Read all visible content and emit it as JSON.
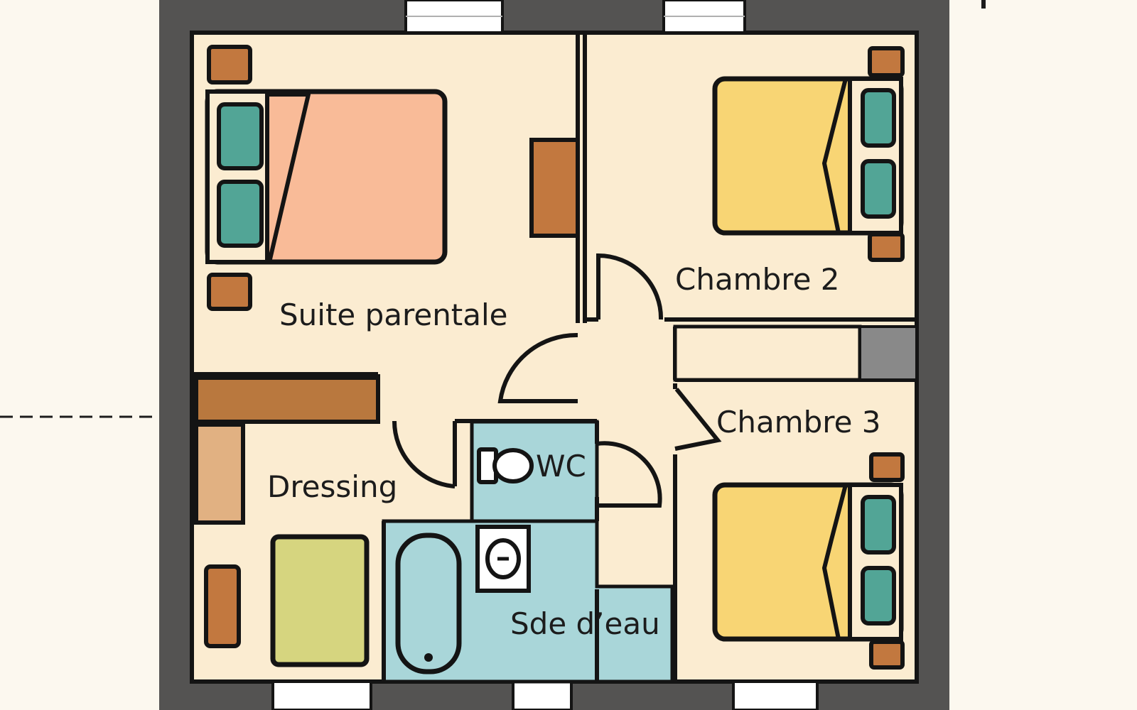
{
  "rooms": {
    "suite_parentale": "Suite parentale",
    "chambre_2": "Chambre 2",
    "chambre_3": "Chambre 3",
    "dressing": "Dressing",
    "wc": "WC",
    "salle_d_eau": "Sde d’eau"
  },
  "colors": {
    "background": "#fcf8ef",
    "wall": "#545352",
    "floor": "#fbecd1",
    "bathroom": "#a9d6d9",
    "master_bed": "#f9bb98",
    "guest_bed": "#f8d574",
    "pillow": "#52a596",
    "furniture": "#c2783f",
    "wardrobe": "#b9783e",
    "shelf": "#e1b182",
    "dressing_mat": "#d6d57f",
    "closet_dark": "#898989",
    "outline": "#141414"
  }
}
